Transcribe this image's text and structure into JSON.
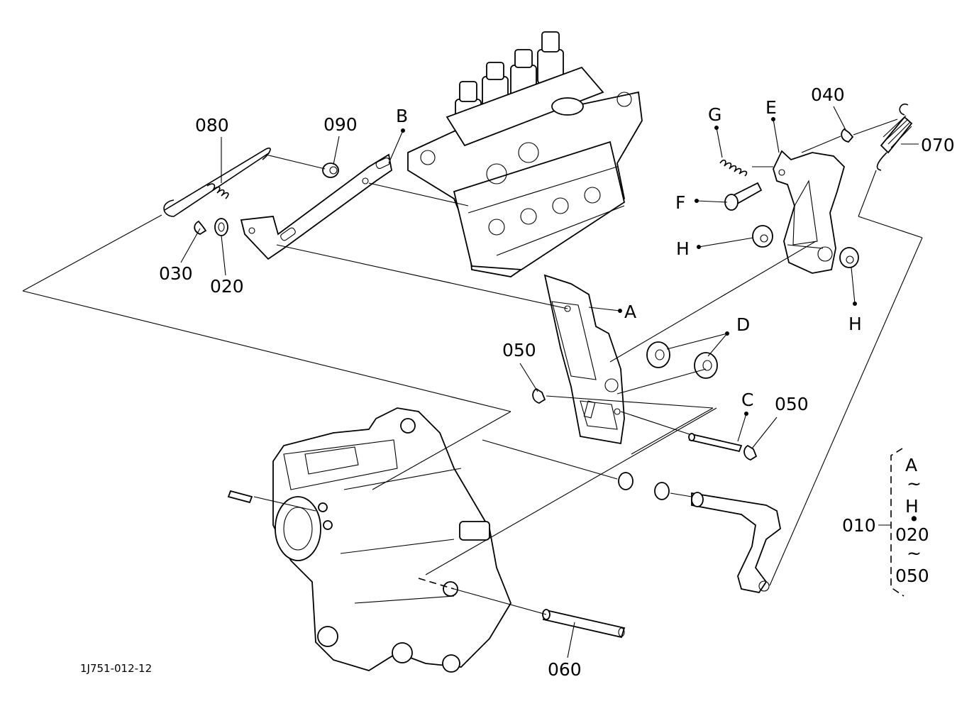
{
  "diagram_id": "1J751-012-12",
  "callouts": {
    "p080": "080",
    "p090": "090",
    "pB": "B",
    "p030": "030",
    "p020": "020",
    "pA": "A",
    "p050a": "050",
    "pD": "D",
    "pC": "C",
    "p050b": "050",
    "pG": "G",
    "pE": "E",
    "p040": "040",
    "p070": "070",
    "pF": "F",
    "pH1": "H",
    "pH2": "H",
    "p060": "060",
    "p010": "010"
  },
  "kit_bracket": {
    "line1": "A",
    "tilde1": "~",
    "line2": "H",
    "sep": "•",
    "line3": "020",
    "tilde2": "~",
    "line4": "050"
  }
}
